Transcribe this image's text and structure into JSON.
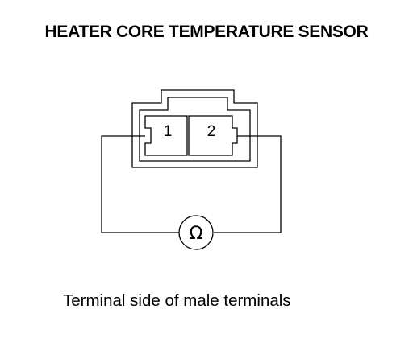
{
  "title": "HEATER CORE TEMPERATURE SENSOR",
  "caption": "Terminal side of male terminals",
  "connector": {
    "terminals": [
      {
        "number": "1"
      },
      {
        "number": "2"
      }
    ]
  },
  "meter": {
    "symbol": "Ω",
    "icon": "ohmmeter-icon"
  }
}
